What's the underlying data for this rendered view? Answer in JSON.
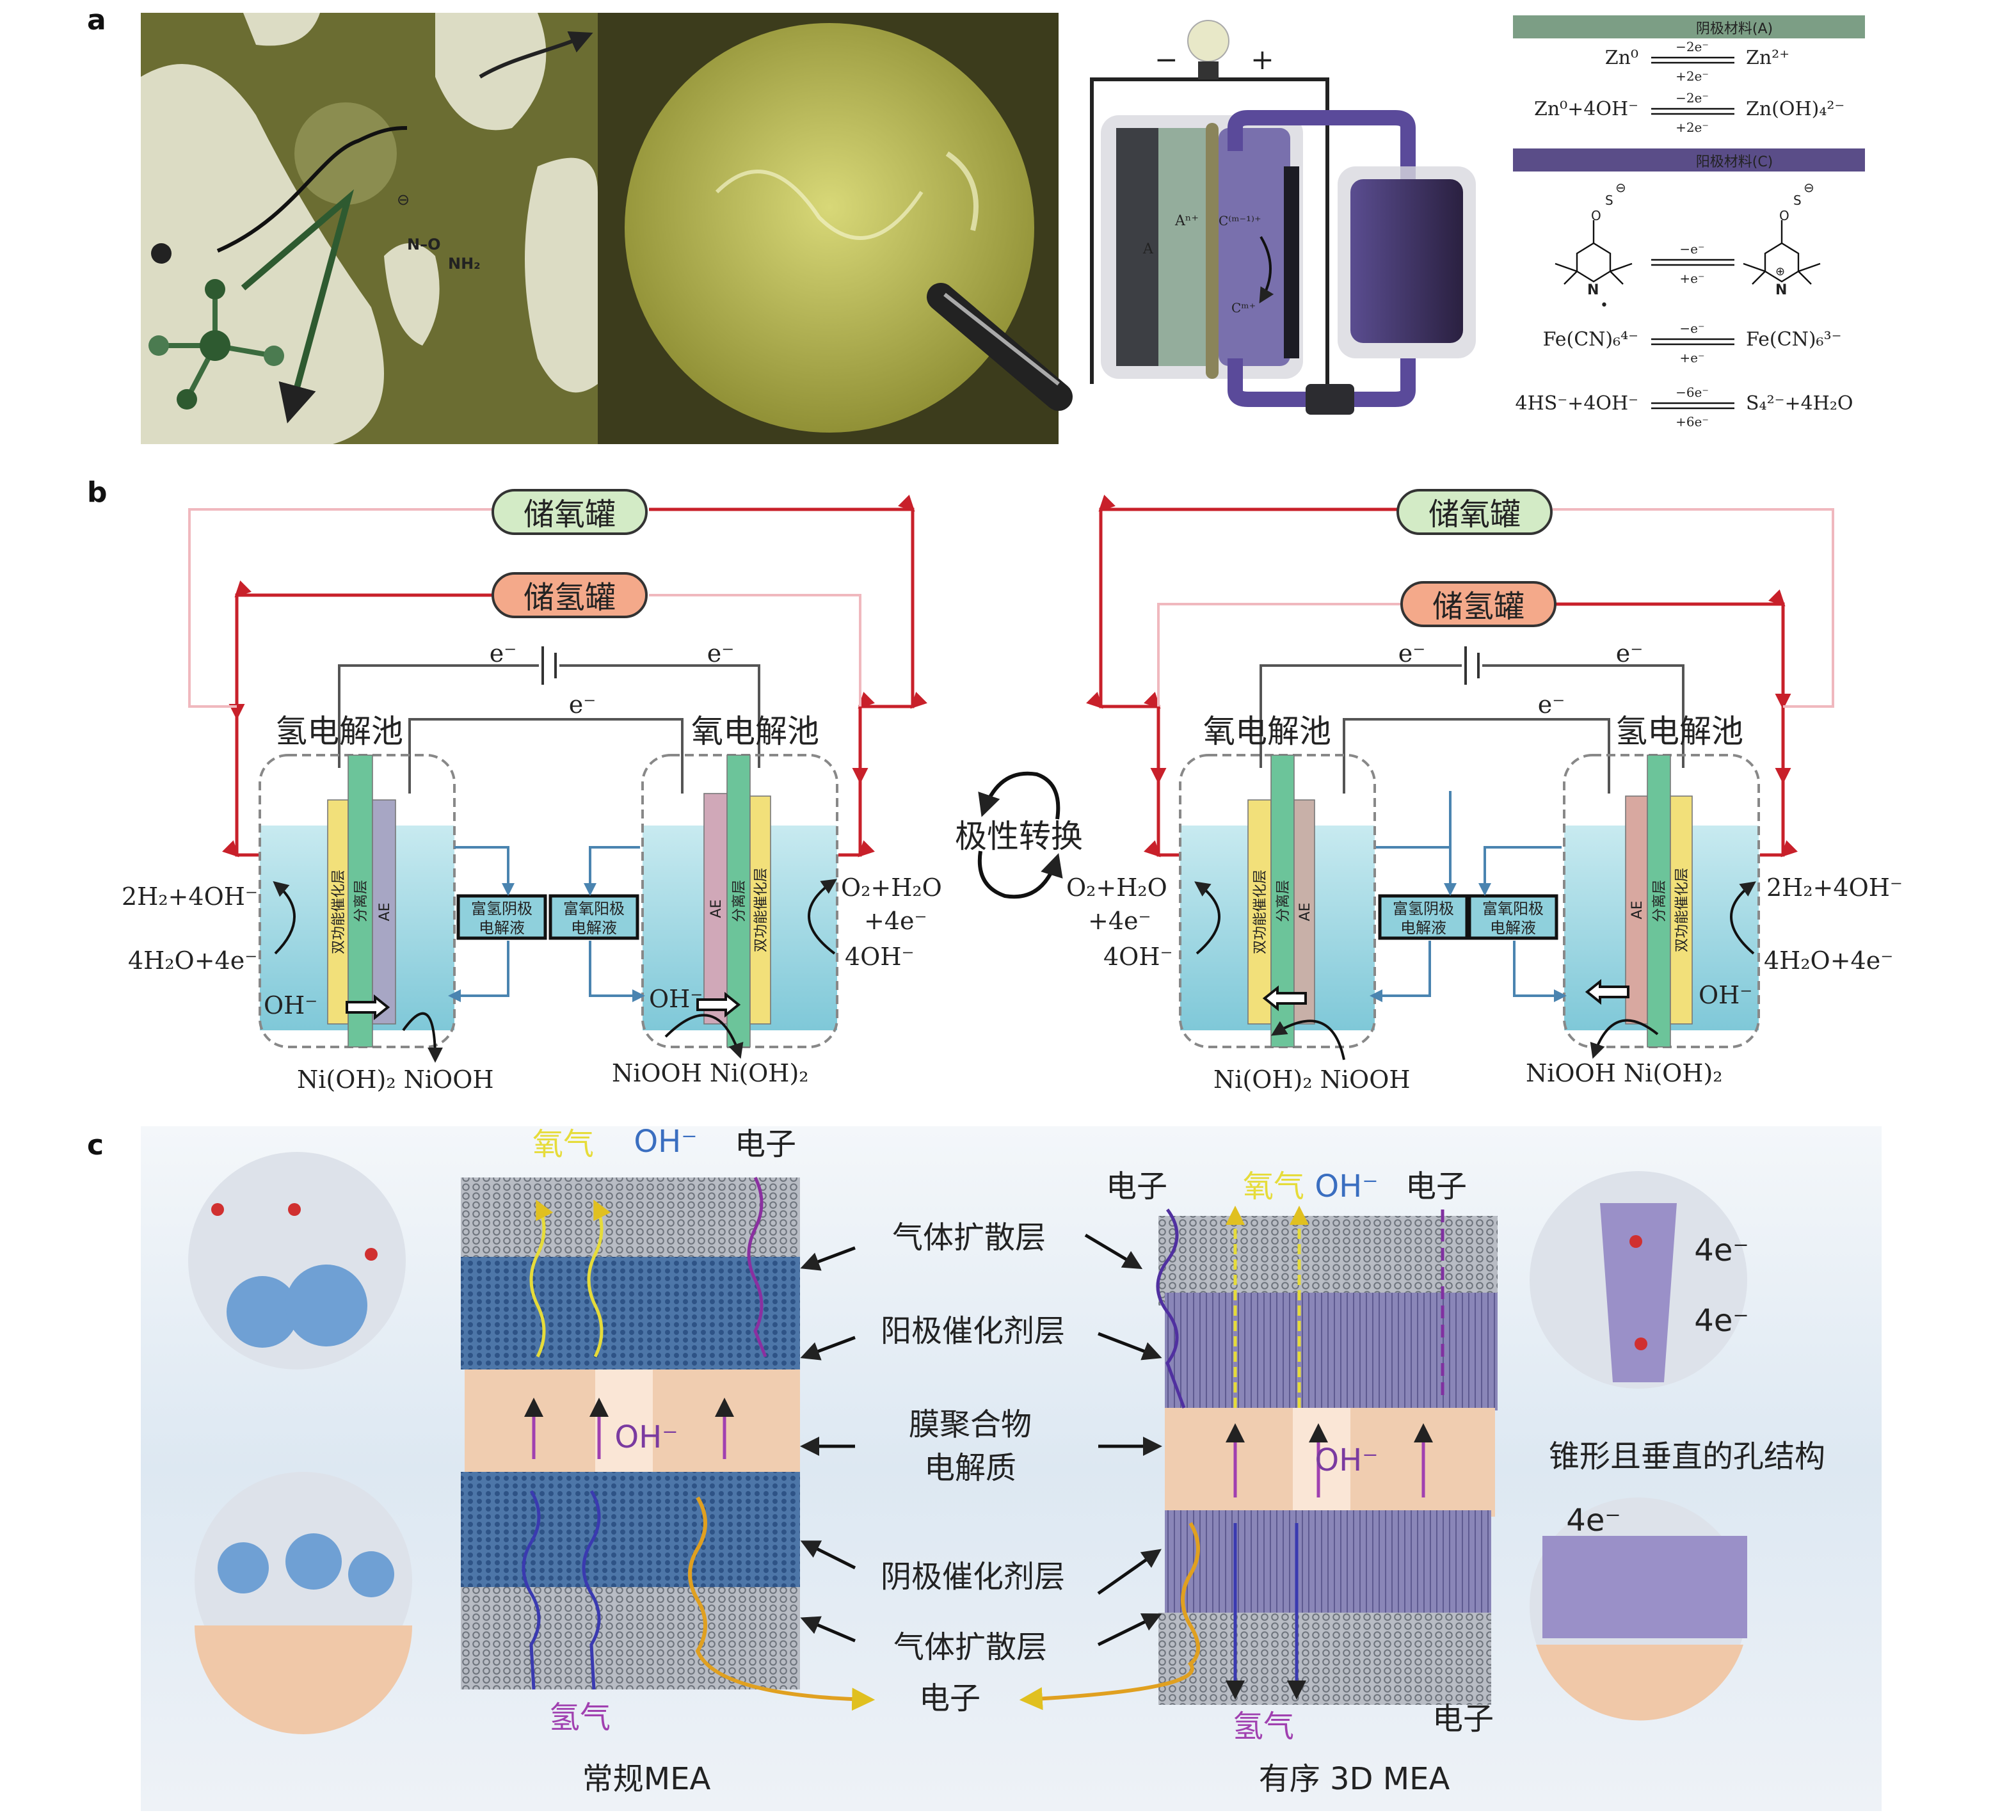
{
  "panel_labels": {
    "a": "a",
    "b": "b",
    "c": "c"
  },
  "colors": {
    "anode_bar": "#7c9e85",
    "cathode_bar": "#5a4d88",
    "red_line": "#c8202a",
    "pink_line": "#f0b8be",
    "electrolyte": "#9fd6e0",
    "oxygen_text": "#e6dc3a",
    "oh_text": "#3a6ec0",
    "hydrogen_text": "#a040b0"
  },
  "panel_a": {
    "molecule_labels": {
      "nh2": "NH₂",
      "n_o": "N–O",
      "charge": "⊖"
    },
    "battery": {
      "minus": "−",
      "plus": "+",
      "a_ion": "Aⁿ⁺",
      "a": "A",
      "c_ion1": "C⁽ᵐ⁻¹⁾⁺",
      "c_ion2": "Cᵐ⁺"
    },
    "anode_header": "阴极材料(A)",
    "cathode_header": "阳极材料(C)",
    "reactions": [
      {
        "left": "Zn⁰",
        "right": "Zn²⁺",
        "top": "−2e⁻",
        "bottom": "+2e⁻"
      },
      {
        "left": "Zn⁰+4OH⁻",
        "right": "Zn(OH)₄²⁻",
        "top": "−2e⁻",
        "bottom": "+2e⁻"
      },
      {
        "left": "",
        "right": "",
        "top": "−e⁻",
        "bottom": "+e⁻"
      },
      {
        "left": "Fe(CN)₆⁴⁻",
        "right": "Fe(CN)₆³⁻",
        "top": "−e⁻",
        "bottom": "+e⁻"
      },
      {
        "left": "4HS⁻+4OH⁻",
        "right": "S₄²⁻+4H₂O",
        "top": "−6e⁻",
        "bottom": "+6e⁻"
      }
    ],
    "tempo_atoms": {
      "o": "O",
      "s": "S",
      "n": "N",
      "neg": "⊖",
      "pos": "⊕",
      "radical": "•"
    }
  },
  "panel_b": {
    "oxygen_tank": "储氧罐",
    "hydrogen_tank": "储氢罐",
    "electron": "e⁻",
    "hydrogen_cell": "氢电解池",
    "oxygen_cell": "氧电解池",
    "layers": {
      "catalyst": "双功能催化层",
      "separator": "分离层",
      "ae": "AE"
    },
    "h_rich_box": [
      "富氢阴极",
      "电解液"
    ],
    "o_rich_box": [
      "富氧阳极",
      "电解液"
    ],
    "polarity_switch": "极性转换",
    "her": {
      "product": "2H₂+4OH⁻",
      "reactant": "4H₂O+4e⁻"
    },
    "oer": {
      "line1": "O₂+H₂O",
      "line2": "+4e⁻",
      "reactant": "4OH⁻"
    },
    "oh": "OH⁻",
    "ni_left": "Ni(OH)₂  NiOOH",
    "ni_right": "NiOOH  Ni(OH)₂"
  },
  "panel_c": {
    "oxygen": "氧气",
    "oh": "OH⁻",
    "electron": "电子",
    "hydrogen": "氢气",
    "gdl": "气体扩散层",
    "anode_catalyst": "阳极催化剂层",
    "membrane_1": "膜聚合物",
    "membrane_2": "电解质",
    "cathode_catalyst": "阴极催化剂层",
    "conventional": "常规MEA",
    "ordered": "有序 3D MEA",
    "pore_structure": "锥形且垂直的孔结构",
    "four_e": "4e⁻"
  }
}
